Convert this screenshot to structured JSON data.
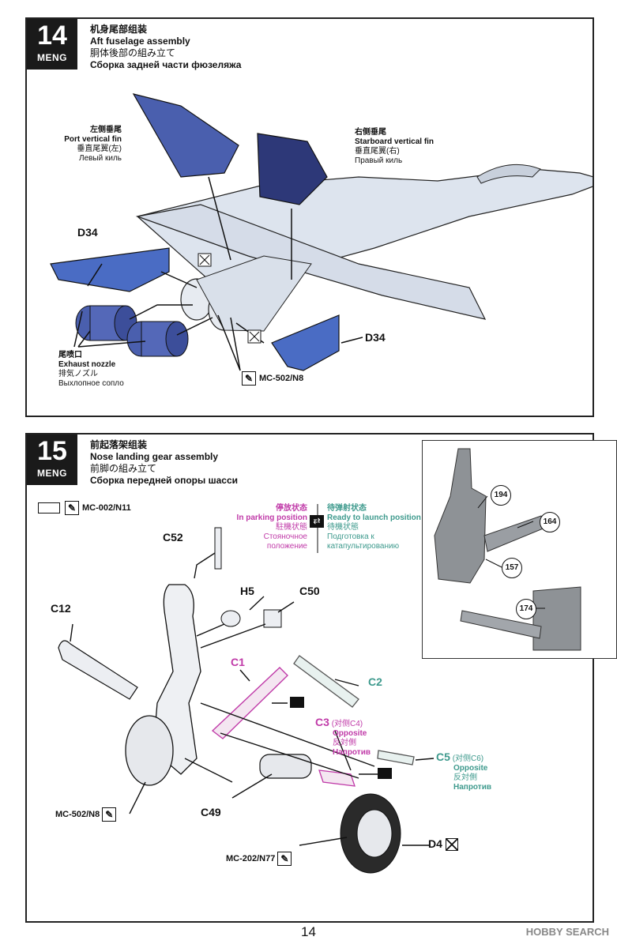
{
  "step14": {
    "number": "14",
    "brand": "MENG",
    "title_zh": "机身尾部组装",
    "title_en": "Aft fuselage assembly",
    "title_ja": "胴体後部の組み立て",
    "title_ru": "Сборка задней части фюзеляжа",
    "port_fin": {
      "zh": "左侧垂尾",
      "en": "Port vertical fin",
      "ja": "垂直尾翼(左)",
      "ru": "Левый киль"
    },
    "starboard_fin": {
      "zh": "右侧垂尾",
      "en": "Starboard vertical fin",
      "ja": "垂直尾翼(右)",
      "ru": "Правый киль"
    },
    "stab_left": "D34",
    "stab_right": "D34",
    "nozzle": {
      "zh": "尾喷口",
      "en": "Exhaust nozzle",
      "ja": "排気ノズル",
      "ru": "Выхлопное сопло"
    },
    "paint": "MC-502/N8"
  },
  "step15": {
    "number": "15",
    "brand": "MENG",
    "title_zh": "前起落架组装",
    "title_en": "Nose landing gear assembly",
    "title_ja": "前脚の組み立て",
    "title_ru": "Сборка передней опоры шасси",
    "paint_top": "MC-002/N11",
    "parking": {
      "zh": "停放状态",
      "en": "In parking position",
      "ja": "駐機状態",
      "ru1": "Стояночное",
      "ru2": "положение"
    },
    "launch": {
      "zh": "待弹射状态",
      "en": "Ready to launch position",
      "ja": "待機状態",
      "ru1": "Подготовка к",
      "ru2": "катапультированию"
    },
    "parts": {
      "c52": "C52",
      "h5": "H5",
      "c50": "C50",
      "c12": "C12",
      "c1": "C1",
      "c2": "C2",
      "c3": "C3",
      "c3_note": "(对侧C4)",
      "c5": "C5",
      "c5_note": "(对侧C6)",
      "c49": "C49",
      "d4": "D4"
    },
    "opposite": {
      "en": "Opposite",
      "ja": "反対側",
      "ru": "Напротив"
    },
    "paint_left": "MC-502/N8",
    "paint_bottom": "MC-202/N77",
    "inset_callouts": [
      "194",
      "164",
      "157",
      "174"
    ]
  },
  "page_number": "14",
  "watermark": "HOBBY SEARCH",
  "colors": {
    "fin_blue": "#4a5fae",
    "dark_blue": "#2d3878",
    "airframe": "#dde4ee",
    "magenta": "#c03aa8",
    "teal": "#3e9a8d"
  }
}
